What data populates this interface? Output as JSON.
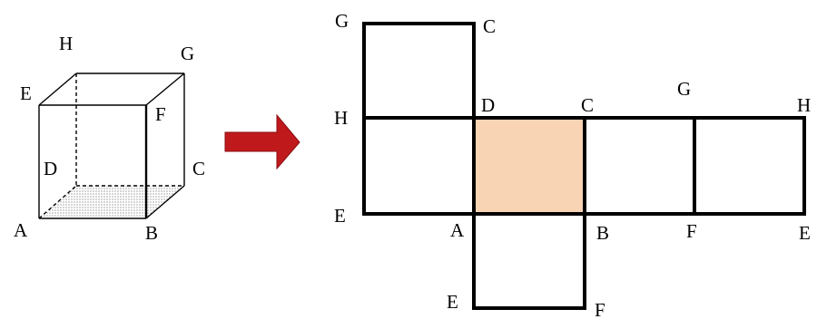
{
  "cube": {
    "vertex_labels": {
      "H": "H",
      "G": "G",
      "E": "E",
      "F": "F",
      "D": "D",
      "C": "C",
      "A": "A",
      "B": "B"
    }
  },
  "arrow": {
    "color": "#c0191c",
    "direction": "right"
  },
  "net": {
    "highlight_color": "#f8d3b4",
    "labels": {
      "top_sq_tl": "G",
      "top_sq_tr": "C",
      "row_top_left": "H",
      "row_top_d": "D",
      "row_top_c": "C",
      "row_top_g": "G",
      "row_top_h": "H",
      "row_bot_e": "E",
      "row_bot_a": "A",
      "row_bot_b": "B",
      "row_bot_f": "F",
      "row_bot_e2": "E",
      "bottom_sq_e": "E",
      "bottom_sq_f": "F"
    }
  }
}
